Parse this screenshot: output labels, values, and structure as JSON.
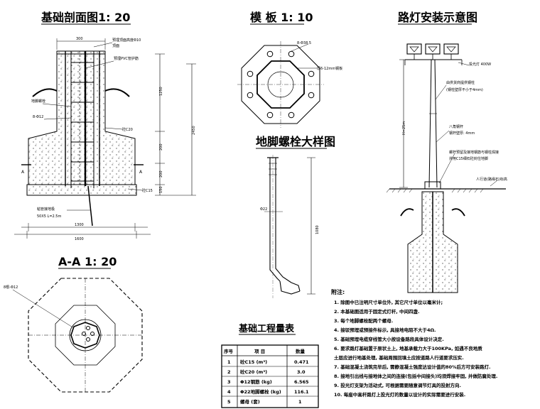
{
  "titles": {
    "section": "基础剖面图1: 20",
    "aa": "A-A 1: 20",
    "flange": "模 板 1: 10",
    "bolt": "地脚螺栓大样图",
    "lamp": "路灯安装示意图",
    "table": "基础工程量表",
    "notes": "附注:"
  },
  "section_labels": {
    "top_width": "300",
    "top_right_1": "预埋顶面高度Φ10",
    "top_right_2": "顶面",
    "pvc": "预埋PVC管护筋",
    "rebar": "8-Φ12",
    "bolt_lbl": "地脚螺栓",
    "concrete": "砼C20",
    "cushion": "砼C15",
    "height_total": "2450",
    "dim_a": "1250",
    "dim_b": "200",
    "dim_c": "200",
    "dim_d": "150",
    "ground": "粘管接地极",
    "ground2": "50X5 L=2.5m",
    "bottom_w1": "1300",
    "bottom_w2": "1600",
    "cut_a": "A"
  },
  "aa_labels": {
    "rebar": "8根-Φ12"
  },
  "flange_labels": {
    "holes": "8-Φ38.5",
    "plate": "厚6-12mm钢板"
  },
  "bolt_labels": {
    "dia": "Φ22",
    "length": "1080"
  },
  "lamp_labels": {
    "lamp": "投光灯 400W",
    "pole_top": "由供货商提供钢柱",
    "pole_top2": "(钢柱壁厚不小于4mm)",
    "weld": "八角钢杆",
    "wall": "钢杆壁厚: 4mm",
    "height": "H=25m",
    "bolt_note": "螺杆预留及接地钢筋与钢柱焊接",
    "bolt_note2": "并用C15细石砼封住地脚",
    "ground": "人行道(路缘石)标高"
  },
  "table": {
    "headers": [
      "序号",
      "项 目",
      "数量"
    ],
    "rows": [
      [
        "1",
        "砼C15 (m³)",
        "0.471"
      ],
      [
        "2",
        "砼C20 (m³)",
        "3.0"
      ],
      [
        "3",
        "Φ12钢筋 (kg)",
        "6.565"
      ],
      [
        "4",
        "Φ22地脚螺栓 (kg)",
        "116.1"
      ],
      [
        "5",
        "螺母 (套)",
        "1"
      ]
    ]
  },
  "notes": [
    "1. 除图中已注明尺寸单位外, 其它尺寸单位以毫米计;",
    "2. 本基础图适用于固定式灯杆, 中间四盏.",
    "3. 每个地脚螺栓配两个螺母.",
    "4. 接驳预埋或预接件标示, 具接地电阻不大于4Ω.",
    "5. 基础预埋电缆穿线管大小按设备路段具体设计决定.",
    "6. 要求路灯基础置于原状土上, 地基承载力大于100KPa, 如遇不良地质",
    "   土层应进行地基处理, 基础周围回填土应按道路人行道要求压实.",
    "7. 基础混凝土浇筑完毕后, 需静混凝土强度达设计值的80%后方可安装路灯.",
    "8. 接地引出线与接地体之间的连接(包括中间接头)均须焊接牢固, 并做防腐处理.",
    "9. 投光灯支架为活动式, 可根据需要随意调节灯具的投射方向.",
    "10. 每座中高杆路灯上投光灯的数量以设计的实际需要进行安装."
  ]
}
